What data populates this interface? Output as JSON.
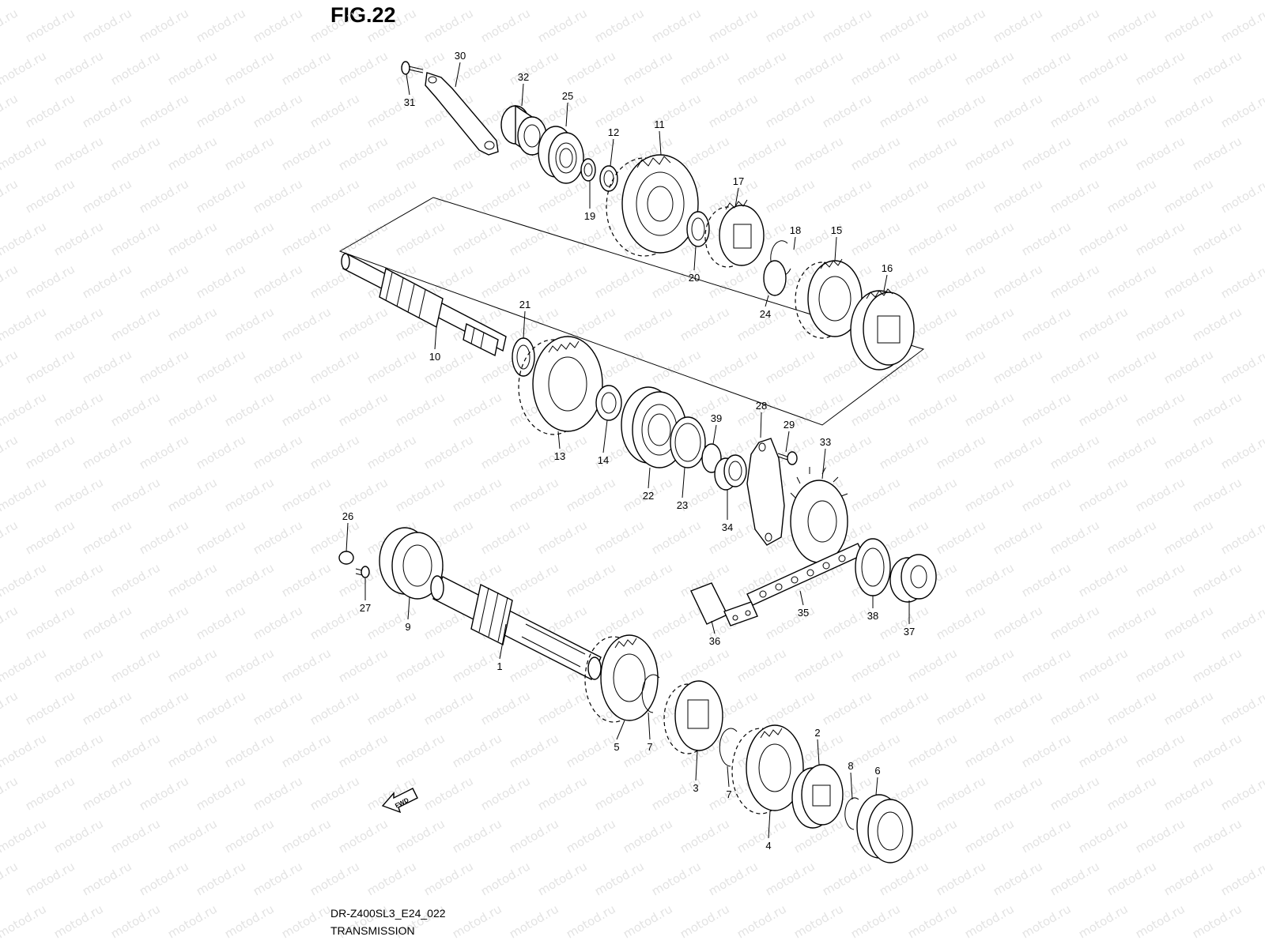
{
  "figure": {
    "title": "FIG.22"
  },
  "footer": {
    "code": "DR-Z400SL3_E24_022",
    "section": "TRANSMISSION"
  },
  "watermark": {
    "text": "motod.ru"
  },
  "fwd_label": "FWD",
  "callouts": [
    "1",
    "2",
    "3",
    "4",
    "5",
    "6",
    "7",
    "7",
    "8",
    "9",
    "10",
    "11",
    "12",
    "13",
    "14",
    "15",
    "16",
    "17",
    "19",
    "20",
    "21",
    "22",
    "23",
    "24",
    "25",
    "26",
    "27",
    "28",
    "29",
    "30",
    "31",
    "32",
    "33",
    "34",
    "35",
    "36",
    "37",
    "38",
    "39",
    "18"
  ]
}
